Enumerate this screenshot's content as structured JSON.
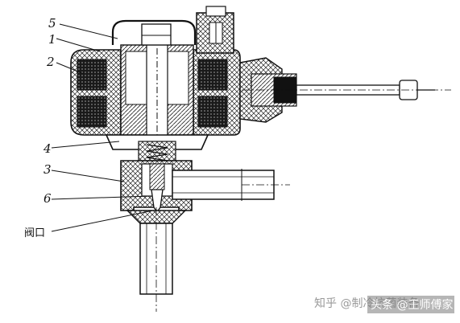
{
  "labels": {
    "n5": "5",
    "n1": "1",
    "n2": "2",
    "n4": "4",
    "n3": "3",
    "n6": "6",
    "valve_port": "阀口"
  },
  "watermarks": {
    "zhihu": "知乎 @制冷抗菌装备",
    "toutiao": "头条 @王师傅家"
  }
}
